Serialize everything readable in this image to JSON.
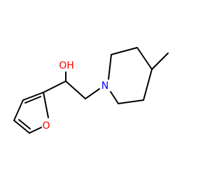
{
  "molecule": {
    "atoms": {
      "hydroxyl_oxygen": {
        "label": "OH",
        "color": "#ff0000"
      },
      "furan_oxygen": {
        "label": "O",
        "color": "#ff0000"
      },
      "amine_nitrogen": {
        "label": "N",
        "color": "#0000ff"
      }
    },
    "bond_color": "#000000",
    "background": "#ffffff"
  }
}
